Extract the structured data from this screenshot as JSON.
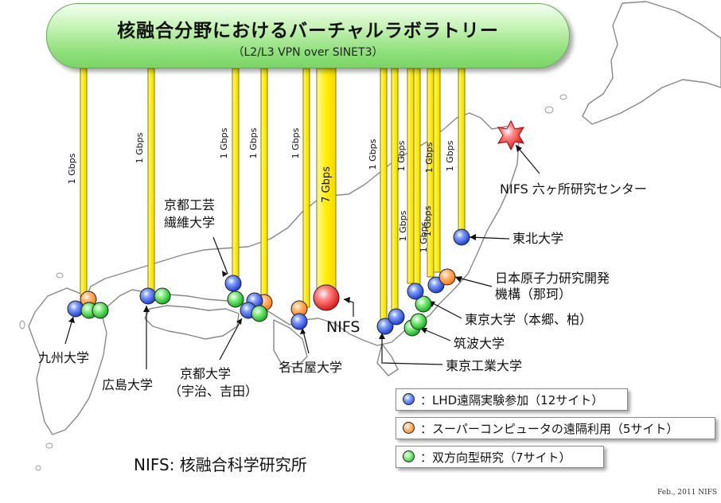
{
  "title": "核融合分野におけるバーチャルラボラトリー",
  "subtitle": "（L2/L3 VPN over SINET3）",
  "links": [
    "1 Gbps",
    "1 Gbps",
    "1 Gbps",
    "1 Gbps",
    "1 Gbps",
    "7 Gbps",
    "1 Gbps",
    "1 Gbps",
    "1 Gbps",
    "1 Gbps",
    "1 Gbps",
    "1 Gbps",
    "1 Gbps"
  ],
  "sites": {
    "rokkasho": "NIFS 六ヶ所研究センター",
    "tohoku": "東北大学",
    "jaea_line1": "日本原子力研究開発",
    "jaea_line2": "機構（那珂）",
    "utokyo": "東京大学（本郷、柏）",
    "tsukuba": "筑波大学",
    "titech": "東京工業大学",
    "nagoya": "名古屋大学",
    "nifs": "NIFS",
    "kyoto_line1": "京都大学",
    "kyoto_line2": "（宇治、吉田）",
    "kit_line1": "京都工芸",
    "kit_line2": "繊維大学",
    "hiroshima": "広島大学",
    "kyushu": "九州大学"
  },
  "legend": [
    {
      "label": "：LHD遠隔実験参加（12サイト）",
      "color": "#2a52e0"
    },
    {
      "label": "：スーパーコンピュータの遠隔利用（5サイト）",
      "color": "#ff8a2a"
    },
    {
      "label": "：双方向型研究（7サイト）",
      "color": "#22c02a"
    }
  ],
  "nifs_definition": "NIFS: 核融合科学研究所",
  "footer": "Feb., 2011 NIFS"
}
